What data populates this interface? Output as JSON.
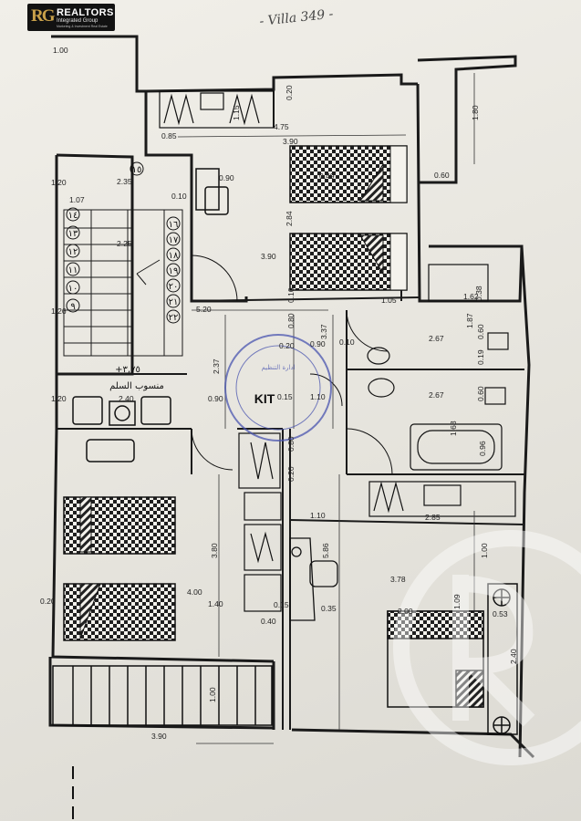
{
  "logo": {
    "mark": "RG",
    "brand": "REALTORS",
    "tagline": "Integrated Group",
    "subline": "Marketing & Investment Real Estate"
  },
  "handwritten_title": "- Villa 349 -",
  "room_labels": {
    "kitchen": "KIT"
  },
  "arabic_labels": {
    "level": "+٣,٧٥",
    "stair_level": "منسوب السلم"
  },
  "stamp_text": "ادارة التنظيم",
  "stair_numbers": [
    "١٥",
    "١٤",
    "١٣",
    "١٢",
    "١١",
    "١٠",
    "٩",
    "١٦",
    "١٧",
    "١٨",
    "١٩",
    "٢٠",
    "٢١",
    "٢٢"
  ],
  "dimensions": {
    "d100_top": "1.00",
    "d20_top": "0.20",
    "d85": "0.85",
    "d15": "1.15",
    "d475": "4.75",
    "d390_top": "3.90",
    "d180": "1.80",
    "d060": "0.60",
    "d120": "1.20",
    "d107": "1.07",
    "d235": "2.35",
    "d090_a": "0.90",
    "d010": "0.10",
    "d049": "0.49",
    "d284": "2.84",
    "d390_mid": "3.90",
    "d225": "2.25",
    "d520": "5.20",
    "d010_b": "0.10",
    "d105": "1.05",
    "d162": "1.62",
    "d038": "0.38",
    "d126": "1.26",
    "d080": "0.80",
    "d337": "3.37",
    "d237": "2.37",
    "d020_a": "0.20",
    "d090_b": "0.90",
    "d010_c": "0.10",
    "d267_a": "2.67",
    "d087": "1.87",
    "d060_b": "0.60",
    "d019": "0.19",
    "d120_b": "1.20",
    "d240": "2.40",
    "d090_c": "0.90",
    "d015": "0.15",
    "d110": "1.10",
    "d267_b": "2.67",
    "d060_c": "0.60",
    "d168": "1.68",
    "d096": "0.96",
    "d080_b": "0.80",
    "d020_b": "0.20",
    "d285": "2.85",
    "d110_b": "1.10",
    "d380": "3.80",
    "d586": "5.86",
    "d100_mid": "1.00",
    "d378": "3.78",
    "d400": "4.00",
    "d020_c": "0.20",
    "d140": "1.40",
    "d015_b": "0.15",
    "d035": "0.35",
    "d040": "0.40",
    "d200": "2.00",
    "d109": "1.09",
    "d053": "0.53",
    "d240_b": "2.40",
    "d100_bot": "1.00",
    "d390_bot": "3.90"
  },
  "colors": {
    "paper": "#ecebe5",
    "ink": "#1a1a1a",
    "stamp": "#4a55b0",
    "logo_gold": "#c9a14a"
  }
}
